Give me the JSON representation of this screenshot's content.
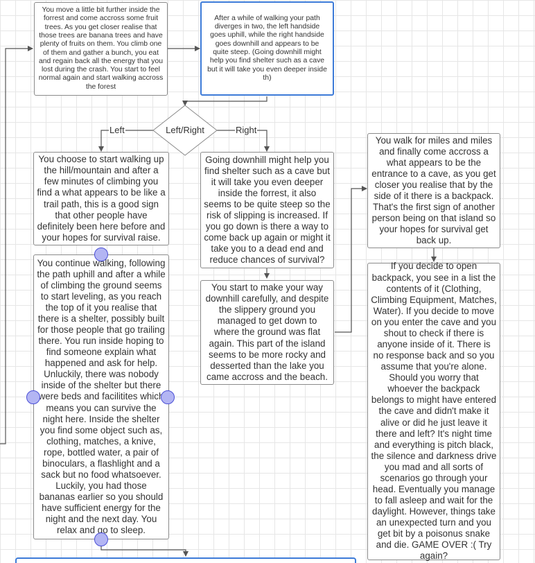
{
  "nodes": {
    "forest_walk": "You move a little bit further inside the forrest and come accross some fruit trees. As you get closer realise that those trees are banana trees and have plenty of fruits on them. You climb one of them and gather a bunch, you eat and regain back all the energy that you lost during the crash. You start to feel normal again and start walking accross the forest",
    "path_diverges": "After a while of walking your path diverges in two, the left handside goes uphill, while the right handside goes downhill and appears to be quite steep. (Going downhill might help you find shelter such as a cave but it will take you even deeper inside th)",
    "uphill": "You choose to start walking up the hill/mountain and after a few minutes of climbing you find a what appears to be like a trail path, this is a good sign that other people have definitely been here before and your hopes for survival raise.",
    "downhill_warning": "Going downhill might help you find shelter such as a cave but it will take you even deeper inside the forrest, it also seems to be quite steep so the risk of slipping is increased. If you go down is there a way to come back up again or might it take you to a dead end and reduce chances of survival?",
    "cave_backpack": "You walk for miles and miles and finally come accross a what appears to be the entrance to a cave, as you get closer you realise that by the side of it there is a backpack. That's the first sign of another person being on that island so your hopes for survival get back up.",
    "shelter": "You continue walking, following the path uphill and after a while of climbing the ground seems to start leveling, as you reach the top of it you realise that there is a shelter, possibly built for those people that go trailing there. You run inside hoping to find someone explain what happened and ask for help. Unluckily, there was nobody inside of the shelter but there were beds and facilitites which means you can survive the night here. Inside the shelter you find some object such as, clothing, matches, a knive, rope, bottled water, a pair of binoculars, a flashlight and a sack but no food whatsoever. Luckily, you had those bananas earlier so you should have sufficient energy for the night and the next day. You relax and go to sleep.",
    "downhill_careful": "You start to make your way downhill carefully, and despite the slippery ground you managed to get down to where the ground was flat again. This part of the island seems to be more rocky and desserted than the lake you came accross and the beach.",
    "game_over": "If you decide to open backpack, you see in a list the contents of it (Clothing, Climbing Equipment, Matches, Water). If you decide to move on you enter the cave and you shout to check if there is anyone inside of it. There is no response back and so you assume that you're alone. Should you worry that whoever the backpack belongs to might have entered the cave and didn't make it alive or did he just leave it there and left? It's night time and everything is pitch black, the silence and darkness drive you mad and all sorts of scenarios go through your head. Eventually you manage to fall asleep and wait for the daylight. However, things take an unexpected turn and you get bit by a poisonus snake and die. GAME OVER :( Try again?"
  },
  "decision": {
    "label": "Left/Right"
  },
  "edge_labels": {
    "left": "Left",
    "right": "Right"
  },
  "colors": {
    "selected_border": "#3d7bd8",
    "handle_fill": "#b3b5f3",
    "handle_stroke": "#4a4fd6",
    "edge": "#555555"
  }
}
